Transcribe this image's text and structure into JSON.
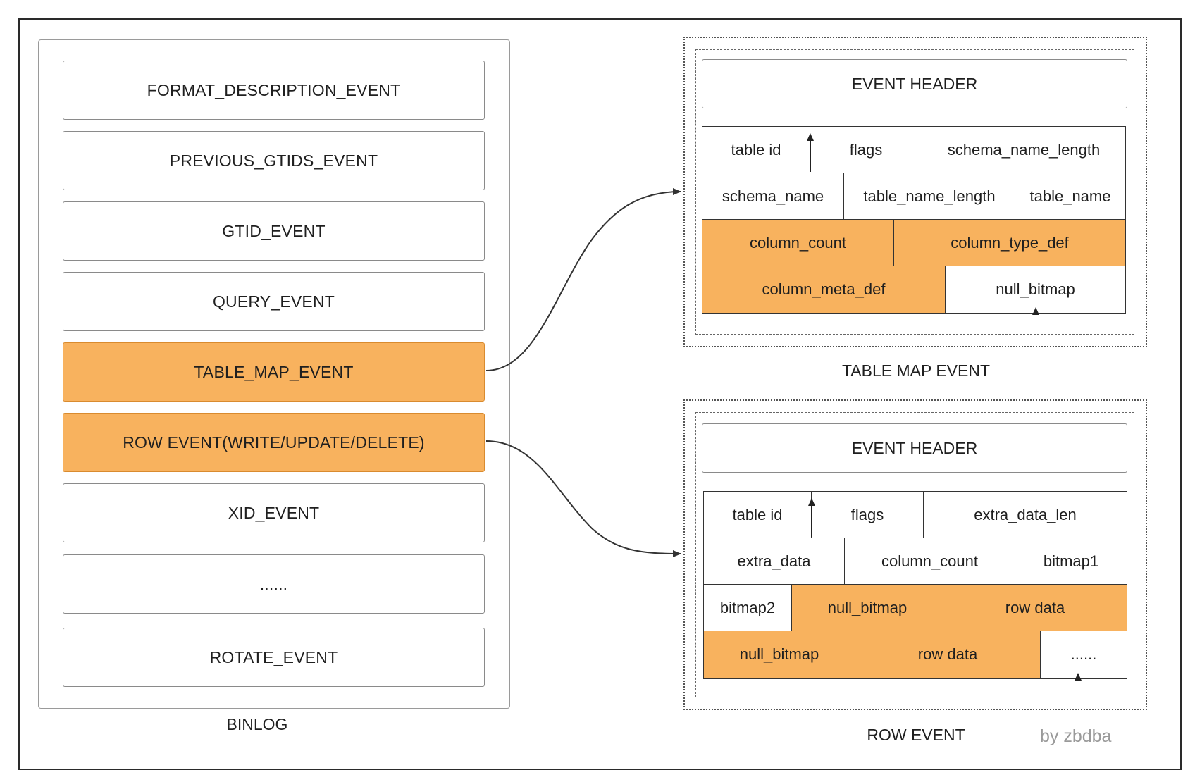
{
  "binlog": {
    "caption": "BINLOG",
    "events": [
      {
        "label": "FORMAT_DESCRIPTION_EVENT",
        "highlight": false
      },
      {
        "label": "PREVIOUS_GTIDS_EVENT",
        "highlight": false
      },
      {
        "label": "GTID_EVENT",
        "highlight": false
      },
      {
        "label": "QUERY_EVENT",
        "highlight": false
      },
      {
        "label": "TABLE_MAP_EVENT",
        "highlight": true
      },
      {
        "label": "ROW EVENT(WRITE/UPDATE/DELETE)",
        "highlight": true
      },
      {
        "label": "XID_EVENT",
        "highlight": false
      },
      {
        "label": "......",
        "highlight": false
      },
      {
        "label": "ROTATE_EVENT",
        "highlight": false
      }
    ]
  },
  "table_map_event": {
    "caption": "TABLE MAP EVENT",
    "header": "EVENT HEADER",
    "rows": [
      [
        {
          "label": "table id",
          "highlight": false
        },
        {
          "label": "flags",
          "highlight": false
        },
        {
          "label": "schema_name_length",
          "highlight": false
        }
      ],
      [
        {
          "label": "schema_name",
          "highlight": false
        },
        {
          "label": "table_name_length",
          "highlight": false
        },
        {
          "label": "table_name",
          "highlight": false
        }
      ],
      [
        {
          "label": "column_count",
          "highlight": true
        },
        {
          "label": "column_type_def",
          "highlight": true
        }
      ],
      [
        {
          "label": "column_meta_def",
          "highlight": true
        },
        {
          "label": "null_bitmap",
          "highlight": false
        }
      ]
    ]
  },
  "row_event": {
    "caption": "ROW EVENT",
    "header": "EVENT HEADER",
    "rows": [
      [
        {
          "label": "table id",
          "highlight": false
        },
        {
          "label": "flags",
          "highlight": false
        },
        {
          "label": "extra_data_len",
          "highlight": false
        }
      ],
      [
        {
          "label": "extra_data",
          "highlight": false
        },
        {
          "label": "column_count",
          "highlight": false
        },
        {
          "label": "bitmap1",
          "highlight": false
        }
      ],
      [
        {
          "label": "bitmap2",
          "highlight": false
        },
        {
          "label": "null_bitmap",
          "highlight": true
        },
        {
          "label": "row data",
          "highlight": true
        }
      ],
      [
        {
          "label": "null_bitmap",
          "highlight": true
        },
        {
          "label": "row data",
          "highlight": true
        },
        {
          "label": "......",
          "highlight": false
        }
      ]
    ]
  },
  "credit": "by zbdba",
  "colors": {
    "highlight": "#f8b25e",
    "border": "#333333",
    "credit": "#9a9a9a"
  }
}
